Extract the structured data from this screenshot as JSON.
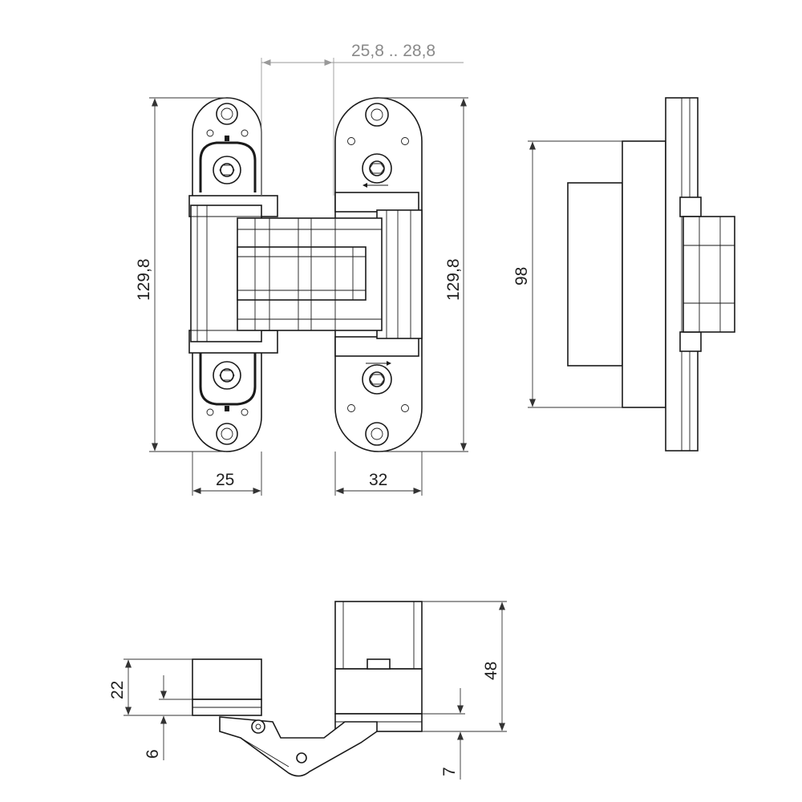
{
  "dimensions": {
    "adjust_range": "25,8 .. 28,8",
    "height_left": "129,8",
    "height_right": "129,8",
    "width_left": "25",
    "width_right": "32",
    "side_height": "98",
    "depth_left": "22",
    "offset_left": "6",
    "depth_right": "48",
    "offset_right": "7"
  },
  "colors": {
    "line": "#1a1a1a",
    "dimension_line": "#333333",
    "dimension_muted": "#9a9a9a",
    "shading": "#e2e2e2"
  }
}
